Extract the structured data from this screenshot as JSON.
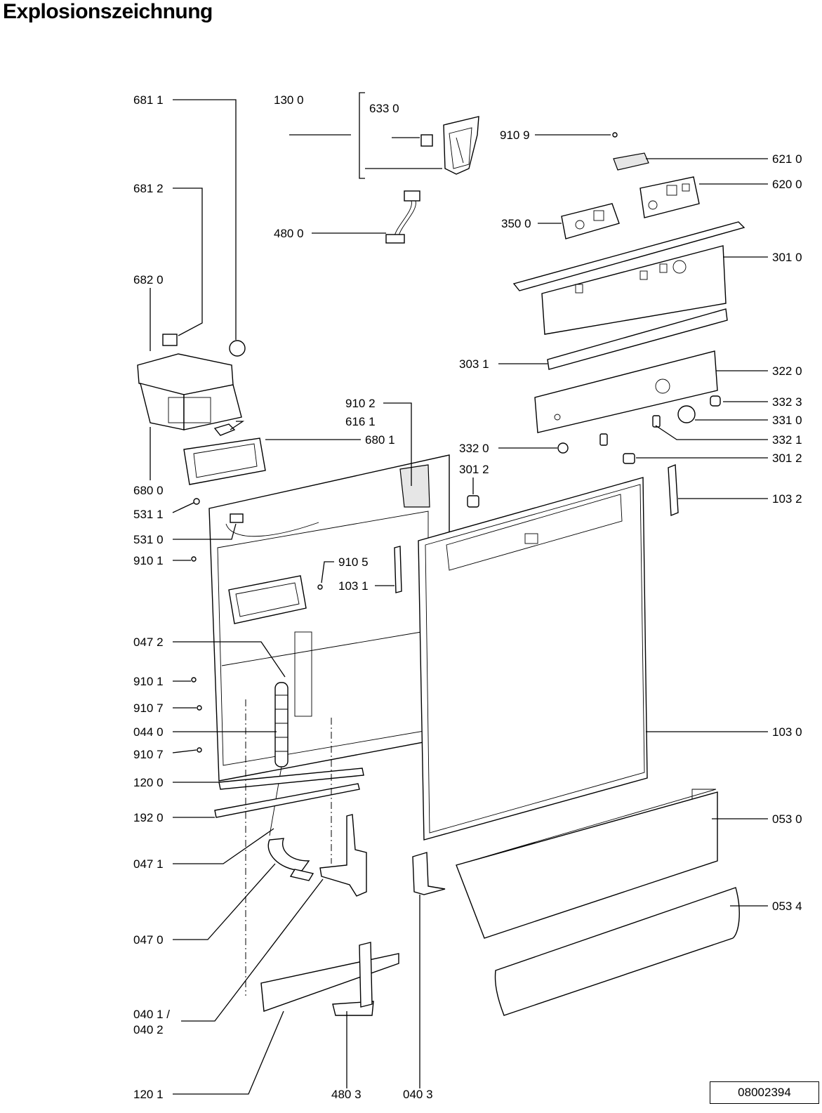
{
  "title": "Explosionszeichnung",
  "reference_number": "08002394",
  "part_labels": {
    "p6811": "681 1",
    "p1300": "130 0",
    "p6330": "633 0",
    "p9109": "910 9",
    "p6210": "621 0",
    "p6812": "681 2",
    "p6200": "620 0",
    "p4800": "480 0",
    "p3500": "350 0",
    "p3010": "301 0",
    "p6820": "682 0",
    "p3031": "303 1",
    "p3220": "322 0",
    "p9102": "910 2",
    "p3323": "332 3",
    "p6161": "616 1",
    "p3310": "331 0",
    "p6801": "680 1",
    "p3321": "332 1",
    "p3320": "332 0",
    "p3012": "301 2",
    "p6800": "680 0",
    "p3012b": "301 2",
    "p1032": "103 2",
    "p5311": "531 1",
    "p5310": "531 0",
    "p9101a": "910 1",
    "p9105": "910 5",
    "p1031": "103 1",
    "p0472": "047 2",
    "p9101b": "910 1",
    "p9107a": "910 7",
    "p0440": "044 0",
    "p1030": "103 0",
    "p9107b": "910 7",
    "p1200": "120 0",
    "p1920": "192 0",
    "p0530": "053 0",
    "p0471": "047 1",
    "p0534": "053 4",
    "p0470": "047 0",
    "p0401": "040 1 /",
    "p0402": "040 2",
    "p1201": "120 1",
    "p4803": "480 3",
    "p0403": "040 3"
  }
}
